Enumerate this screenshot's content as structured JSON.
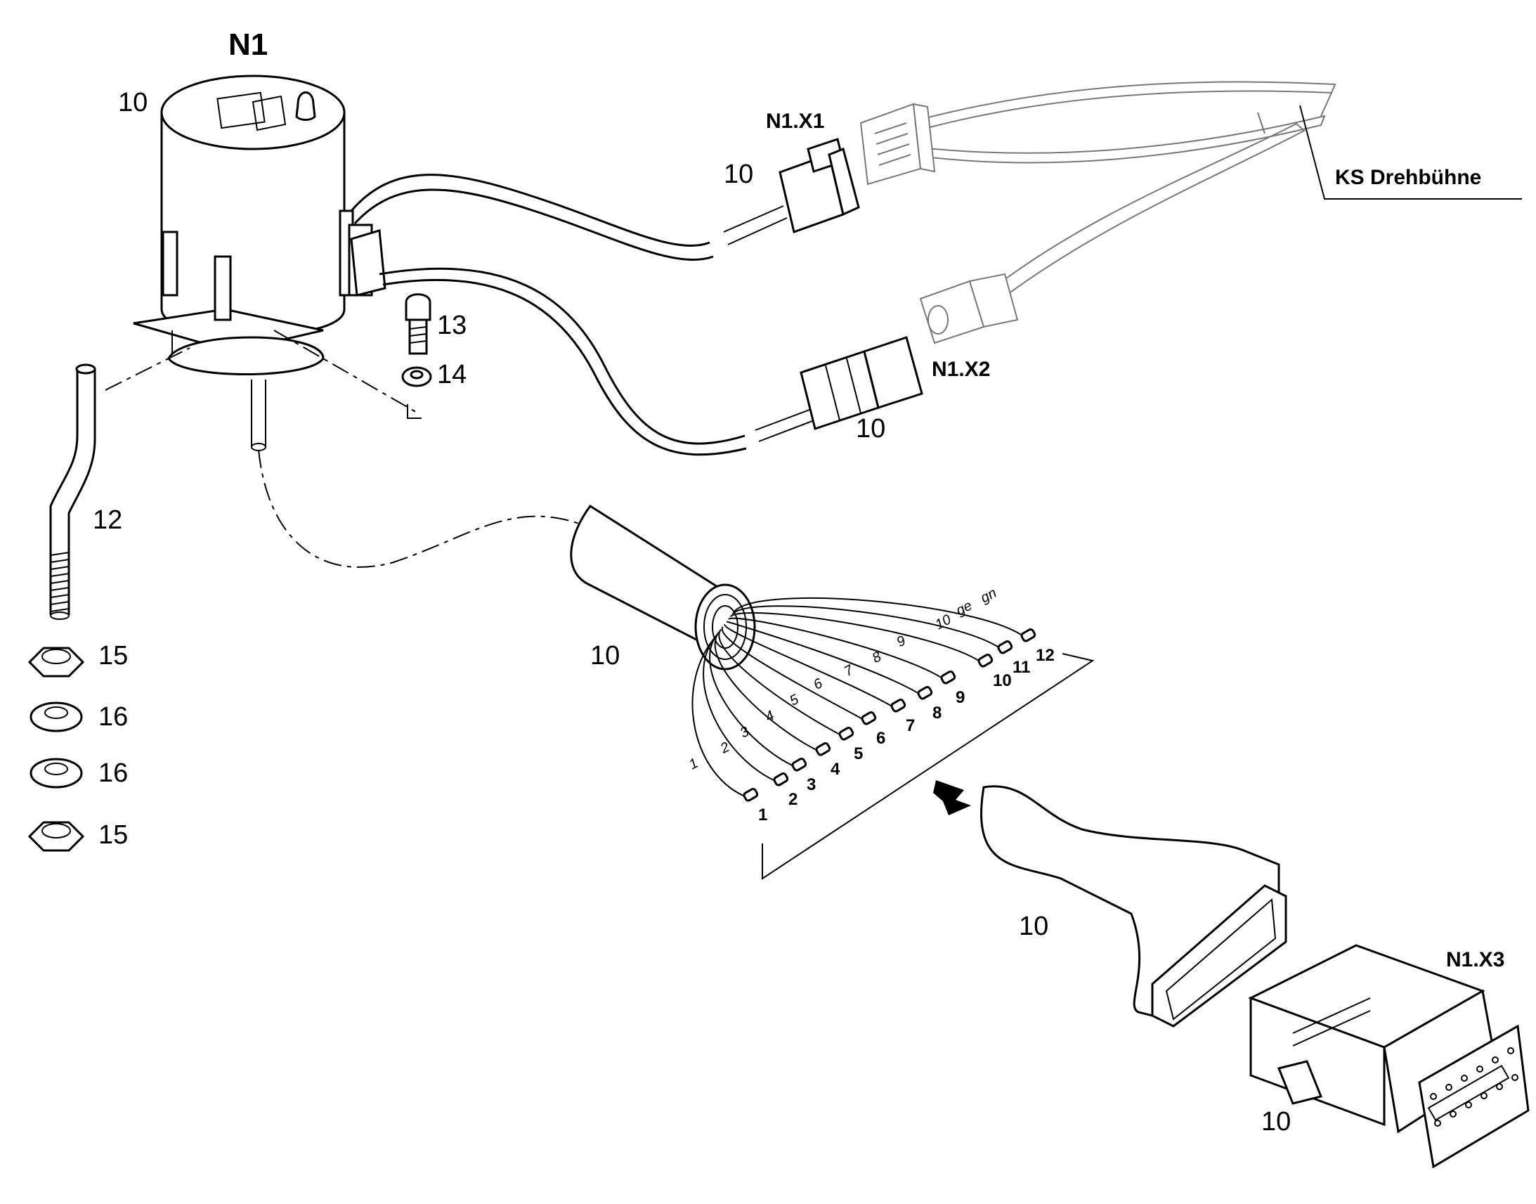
{
  "labels": {
    "n1": "N1",
    "n1_x1": "N1.X1",
    "n1_x2": "N1.X2",
    "n1_x3": "N1.X3",
    "ks_drehbuehne": "KS Drehbühne"
  },
  "part_numbers": {
    "sensor": "10",
    "x1_plug": "10",
    "x2_plug": "10",
    "cable": "10",
    "boot": "10",
    "x3_housing": "10",
    "rod": "12",
    "bolt": "13",
    "washer_small": "14",
    "nut_top": "15",
    "washer_a": "16",
    "washer_b": "16",
    "nut_bottom": "15"
  },
  "pins": [
    "1",
    "2",
    "3",
    "4",
    "5",
    "6",
    "7",
    "8",
    "9",
    "10",
    "11",
    "12"
  ],
  "wire_marks": [
    "1",
    "2",
    "3",
    "4",
    "5",
    "6",
    "7",
    "8",
    "9",
    "10",
    "ge",
    "gn"
  ]
}
